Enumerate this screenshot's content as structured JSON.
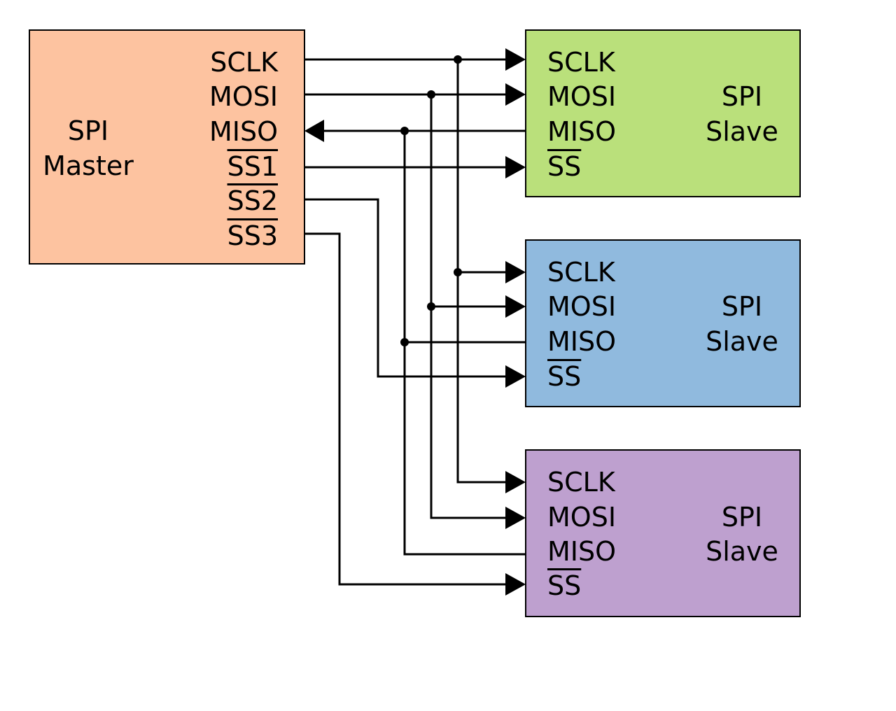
{
  "colors": {
    "master": "#fdc3a0",
    "slave1": "#bae07b",
    "slave2": "#90bade",
    "slave3": "#bea0cf",
    "line": "#000000",
    "background": "#ffffff"
  },
  "master": {
    "name_line1": "SPI",
    "name_line2": "Master",
    "pins": [
      "SCLK",
      "MOSI",
      "MISO",
      "SS1",
      "SS2",
      "SS3"
    ]
  },
  "slaves": [
    {
      "name_line1": "SPI",
      "name_line2": "Slave",
      "pins": [
        "SCLK",
        "MOSI",
        "MISO",
        "SS"
      ]
    },
    {
      "name_line1": "SPI",
      "name_line2": "Slave",
      "pins": [
        "SCLK",
        "MOSI",
        "MISO",
        "SS"
      ]
    },
    {
      "name_line1": "SPI",
      "name_line2": "Slave",
      "pins": [
        "SCLK",
        "MOSI",
        "MISO",
        "SS"
      ]
    }
  ]
}
